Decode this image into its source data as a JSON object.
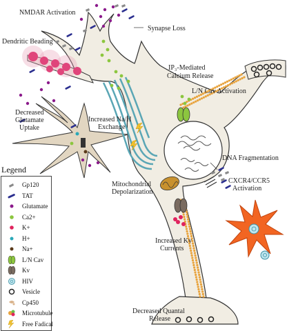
{
  "labels": {
    "nmdar": "NMDAR Activation",
    "synapse_loss": "Synapse Loss",
    "dendritic_beading": "Dendritic Beading",
    "ip3_line1": "IP₃-Mediated",
    "ip3_line2": "Calcium Release",
    "lncav": "L/N Cav Activation",
    "glutamate_line1": "Decreased",
    "glutamate_line2": "Glutamate",
    "glutamate_line3": "Uptake",
    "nah_line1": "Increased Na/H",
    "nah_line2": "Exchange",
    "dna": "DNA Fragmentation",
    "cxcr_line1": "CXCR4/CCR5",
    "cxcr_line2": "Activation",
    "mito_line1": "Mitochondrial",
    "mito_line2": "Depolarization",
    "kv_line1": "Increased Kv",
    "kv_line2": "Currents",
    "quantal_line1": "Decreased Quantal",
    "quantal_line2": "Release"
  },
  "legend": {
    "title": "Legend",
    "items": [
      {
        "label": "Gp120",
        "icon": "gp120-icon"
      },
      {
        "label": "TAT",
        "icon": "tat-icon"
      },
      {
        "label": "Glutamate",
        "icon": "glutamate-icon"
      },
      {
        "label": "Ca2+",
        "icon": "calcium-icon"
      },
      {
        "label": "K+",
        "icon": "potassium-icon"
      },
      {
        "label": "H+",
        "icon": "hydrogen-icon"
      },
      {
        "label": "Na+",
        "icon": "sodium-icon"
      },
      {
        "label": "L/N Cav",
        "icon": "lncav-channel-icon"
      },
      {
        "label": "Kv",
        "icon": "kv-channel-icon"
      },
      {
        "label": "HIV",
        "icon": "hiv-virion-icon"
      },
      {
        "label": "Vesicle",
        "icon": "vesicle-icon"
      },
      {
        "label": "Cp450",
        "icon": "cp450-icon"
      },
      {
        "label": "Microtubule",
        "icon": "microtubule-icon"
      },
      {
        "label": "Free Fadical",
        "icon": "free-radical-icon"
      }
    ]
  },
  "colors": {
    "neuron_fill": "#f1ede3",
    "neuron_stroke": "#333333",
    "astrocyte_fill": "#e2d6c1",
    "er_teal": "#5aa6b5",
    "glutamate": "#8b1a8b",
    "calcium": "#8cc63f",
    "potassium": "#e0245e",
    "hydrogen": "#2aa8b8",
    "sodium": "#5a3a1a",
    "tat": "#2b2f8f",
    "gp120": "#8a8a8a",
    "microglia": "#f26522",
    "microtubule": "#e8a33d",
    "bead": "#e0457b",
    "radical": "#f2c12e"
  }
}
